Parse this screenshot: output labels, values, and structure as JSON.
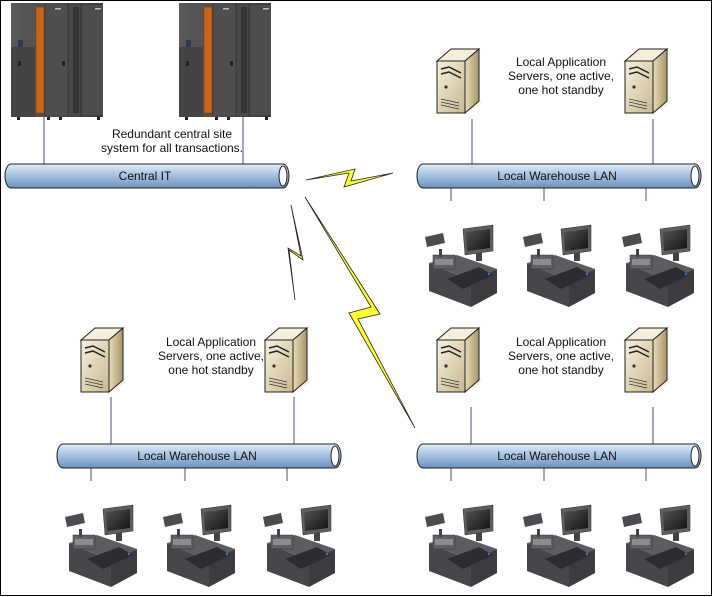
{
  "diagram": {
    "central": {
      "annotation_line1": "Redundant central site",
      "annotation_line2": "system for all transactions.",
      "network_label": "Central IT",
      "mainframes": [
        "mainframe-1",
        "mainframe-2"
      ]
    },
    "sites": [
      {
        "id": "site-top-right",
        "annotation_line1": "Local Application",
        "annotation_line2": "Servers, one active,",
        "annotation_line3": "one hot standby",
        "network_label": "Local Warehouse LAN",
        "servers": 2,
        "pos_terminals": 3
      },
      {
        "id": "site-bottom-left",
        "annotation_line1": "Local Application",
        "annotation_line2": "Servers, one active,",
        "annotation_line3": "one hot standby",
        "network_label": "Local Warehouse LAN",
        "servers": 2,
        "pos_terminals": 3
      },
      {
        "id": "site-bottom-right",
        "annotation_line1": "Local Application",
        "annotation_line2": "Servers, one active,",
        "annotation_line3": "one hot standby",
        "network_label": "Local Warehouse LAN",
        "servers": 2,
        "pos_terminals": 3
      }
    ],
    "links": [
      {
        "from": "Central IT",
        "to": "site-top-right",
        "type": "wan-lightning"
      },
      {
        "from": "Central IT",
        "to": "site-bottom-left",
        "type": "wan-lightning"
      },
      {
        "from": "Central IT",
        "to": "site-bottom-right",
        "type": "wan-lightning"
      }
    ],
    "colors": {
      "pipe_light": "#c9dcef",
      "pipe_mid": "#9ab8da",
      "pipe_dark": "#6d8fb8",
      "lightning": "#ffff33",
      "line": "#4a4f8a",
      "mainframe_body": "#4b4b4b",
      "mainframe_accent": "#c8651a",
      "server_body": "#e6dcc0"
    }
  }
}
